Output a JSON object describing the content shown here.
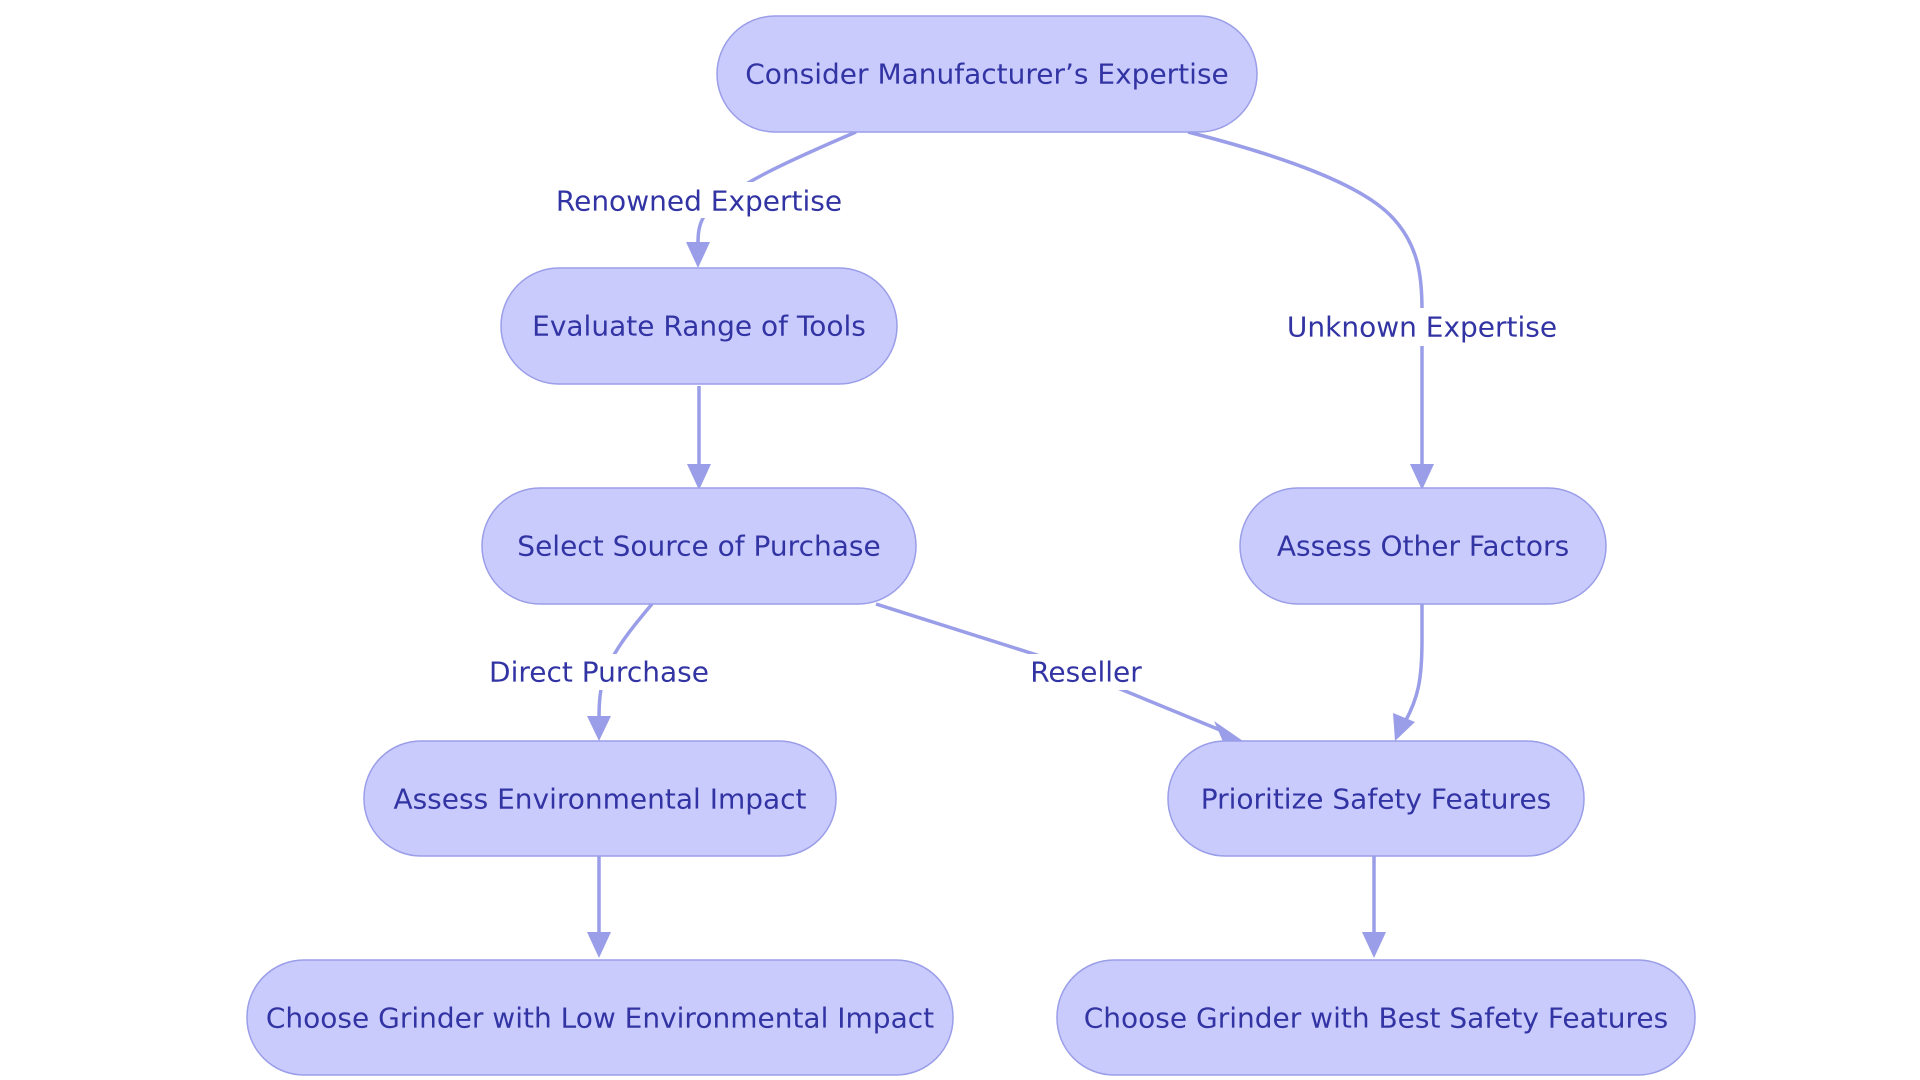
{
  "colors": {
    "node_fill": "#cacbfd",
    "node_stroke": "#9a9ee8",
    "edge": "#9a9ee8",
    "text": "#3234a4"
  },
  "nodes": [
    {
      "id": "consider",
      "label": "Consider Manufacturer’s Expertise"
    },
    {
      "id": "evaluate",
      "label": "Evaluate Range of Tools"
    },
    {
      "id": "select",
      "label": "Select Source of Purchase"
    },
    {
      "id": "assess_other",
      "label": "Assess Other Factors"
    },
    {
      "id": "assess_env",
      "label": "Assess Environmental Impact"
    },
    {
      "id": "prioritize",
      "label": "Prioritize Safety Features"
    },
    {
      "id": "choose_env",
      "label": "Choose Grinder with Low Environmental Impact"
    },
    {
      "id": "choose_safety",
      "label": "Choose Grinder with Best Safety Features"
    }
  ],
  "edges": [
    {
      "from": "consider",
      "to": "evaluate",
      "label": "Renowned Expertise"
    },
    {
      "from": "consider",
      "to": "assess_other",
      "label": "Unknown Expertise"
    },
    {
      "from": "evaluate",
      "to": "select",
      "label": ""
    },
    {
      "from": "select",
      "to": "assess_env",
      "label": "Direct Purchase"
    },
    {
      "from": "select",
      "to": "prioritize",
      "label": "Reseller"
    },
    {
      "from": "assess_other",
      "to": "prioritize",
      "label": ""
    },
    {
      "from": "assess_env",
      "to": "choose_env",
      "label": ""
    },
    {
      "from": "prioritize",
      "to": "choose_safety",
      "label": ""
    }
  ]
}
